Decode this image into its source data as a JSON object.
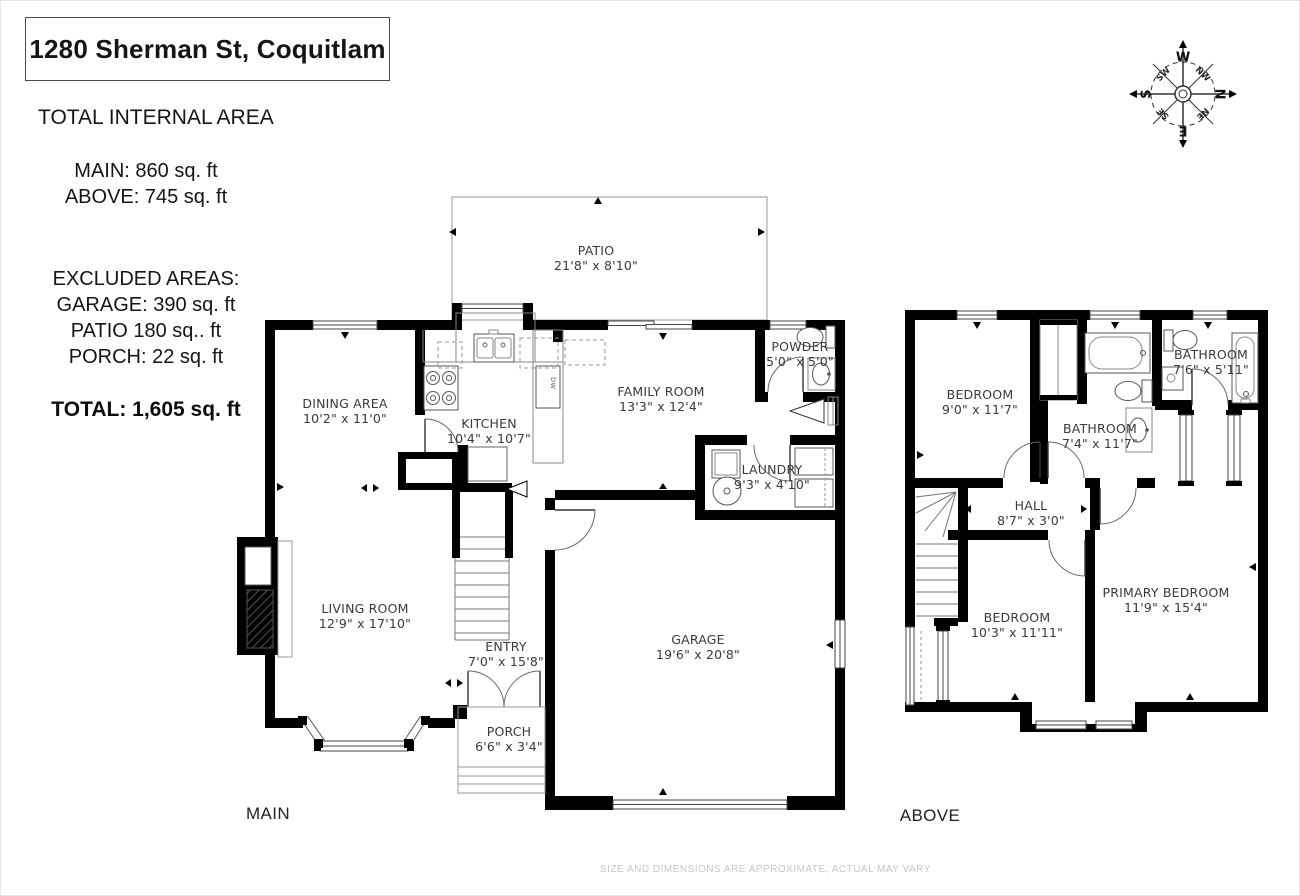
{
  "title": "1280 Sherman St, Coquitlam",
  "summary": {
    "heading": "TOTAL INTERNAL AREA",
    "main": "MAIN: 860 sq. ft",
    "above": "ABOVE: 745 sq. ft",
    "excluded_heading": "EXCLUDED AREAS:",
    "excluded_garage": "GARAGE: 390 sq. ft",
    "excluded_patio": "PATIO 180 sq.. ft",
    "excluded_porch": "PORCH: 22 sq. ft",
    "total": "TOTAL: 1,605 sq. ft"
  },
  "compass": {
    "cardinals": [
      "N",
      "E",
      "S",
      "W"
    ],
    "intercardinals": [
      "NE",
      "SE",
      "SW",
      "NW"
    ]
  },
  "main_floor": {
    "floor_label": "MAIN",
    "rooms": {
      "patio": {
        "name": "PATIO",
        "dims": "21'8\" x 8'10\""
      },
      "dining": {
        "name": "DINING AREA",
        "dims": "10'2\" x 11'0\""
      },
      "kitchen": {
        "name": "KITCHEN",
        "dims": "10'4\" x 10'7\""
      },
      "family": {
        "name": "FAMILY ROOM",
        "dims": "13'3\" x 12'4\""
      },
      "powder": {
        "name": "POWDER",
        "dims": "5'0\" x 5'0\""
      },
      "laundry": {
        "name": "LAUNDRY",
        "dims": "9'3\" x 4'10\""
      },
      "living": {
        "name": "LIVING ROOM",
        "dims": "12'9\" x 17'10\""
      },
      "entry": {
        "name": "ENTRY",
        "dims": "7'0\" x 15'8\""
      },
      "garage": {
        "name": "GARAGE",
        "dims": "19'6\" x 20'8\""
      },
      "porch": {
        "name": "PORCH",
        "dims": "6'6\" x 3'4\""
      }
    }
  },
  "above_floor": {
    "floor_label": "ABOVE",
    "rooms": {
      "bedroom1": {
        "name": "BEDROOM",
        "dims": "9'0\" x 11'7\""
      },
      "bathroom_small": {
        "name": "BATHROOM",
        "dims": "7'6\" x 5'11\""
      },
      "bathroom_main": {
        "name": "BATHROOM",
        "dims": "7'4\" x 11'7\""
      },
      "hall": {
        "name": "HALL",
        "dims": "8'7\" x 3'0\""
      },
      "bedroom2": {
        "name": "BEDROOM",
        "dims": "10'3\" x 11'11\""
      },
      "primary": {
        "name": "PRIMARY BEDROOM",
        "dims": "11'9\" x 15'4\""
      }
    }
  },
  "appliance_labels": {
    "dishwasher": "DW"
  },
  "footer": {
    "disclaimer": "SIZE AND DIMENSIONS ARE APPROXIMATE, ACTUAL MAY VARY"
  }
}
